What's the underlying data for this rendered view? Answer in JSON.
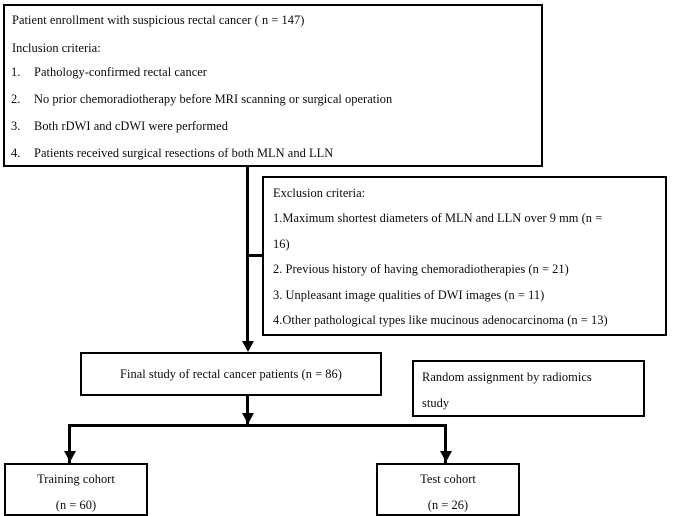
{
  "diagram": {
    "title": "Patient enrollment flowchart",
    "type": "flowchart",
    "colors": {
      "stroke": "#000000",
      "background": "#ffffff",
      "text": "#0a0a0a"
    }
  },
  "enrollment_box": {
    "heading": "Patient enrollment with suspicious rectal cancer ( n = 147)",
    "criteria_label": "Inclusion criteria:",
    "items": [
      {
        "number": "1.",
        "text": "Pathology-confirmed rectal cancer"
      },
      {
        "number": "2.",
        "text": "No prior chemoradiotherapy before MRI scanning or surgical operation"
      },
      {
        "number": "3.",
        "text": "Both rDWI and cDWI were performed"
      },
      {
        "number": "4.",
        "text": "Patients received surgical resections of both MLN and LLN"
      }
    ]
  },
  "exclusion_box": {
    "heading": "Exclusion criteria:",
    "line1": "1.Maximum shortest diameters of MLN and LLN over 9 mm (n =",
    "line2": "16)",
    "line3": "2. Previous history of having chemoradiotherapies (n = 21)",
    "line4": "3. Unpleasant image qualities of DWI images (n = 11)",
    "line5": "4.Other pathological types like mucinous adenocarcinoma (n = 13)"
  },
  "final_study_box": {
    "text": "Final study of rectal cancer patients (n = 86)"
  },
  "random_assignment_box": {
    "line1": "Random assignment by radiomics",
    "line2": "study"
  },
  "training_cohort_box": {
    "label": "Training cohort",
    "count": "(n = 60)"
  },
  "test_cohort_box": {
    "label": "Test cohort",
    "count": "(n = 26)"
  }
}
